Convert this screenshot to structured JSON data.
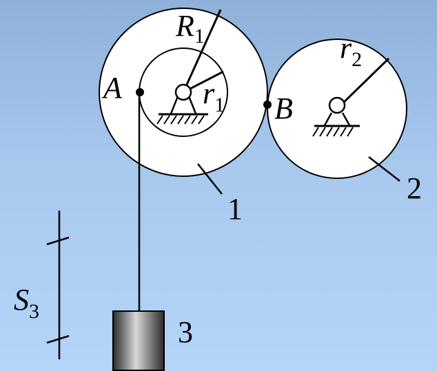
{
  "diagram": {
    "labels": {
      "R1_main": "R",
      "R1_sub": "1",
      "r1_main": "r",
      "r1_sub": "1",
      "r2_main": "r",
      "r2_sub": "2",
      "A": "A",
      "B": "B",
      "S3_main": "S",
      "S3_sub": "3",
      "wheel1": "1",
      "wheel2": "2",
      "block3": "3"
    },
    "colors": {
      "background_top": "#8fb0d8",
      "background_bottom": "#b4d4f8",
      "wheel_fill": "#ffffff",
      "stroke": "#000000",
      "block_dark": "#2a2a2a",
      "block_light": "#d8d8d8"
    }
  }
}
